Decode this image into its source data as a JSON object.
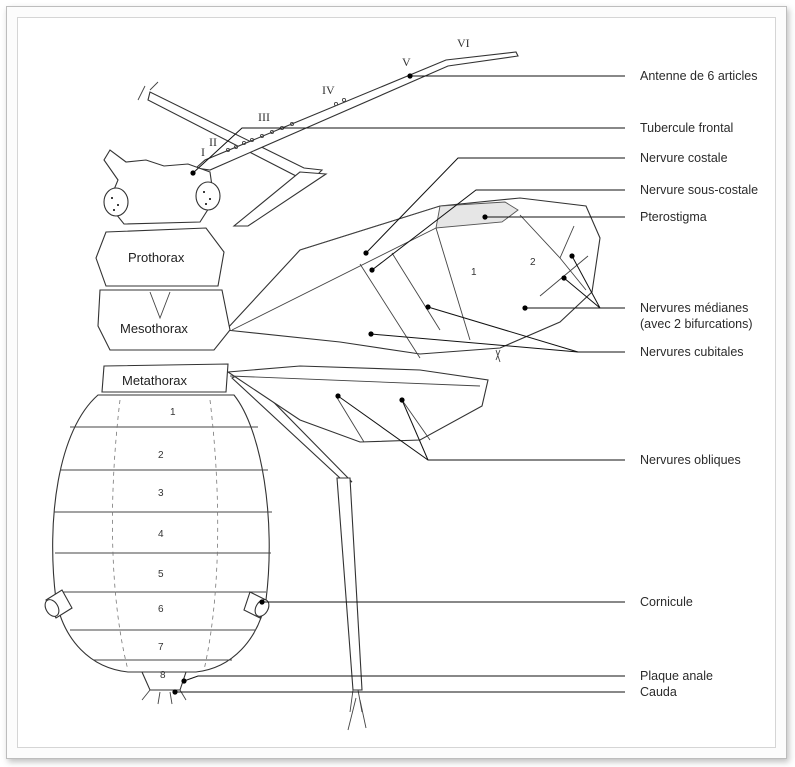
{
  "antenna_segments": [
    "I",
    "II",
    "III",
    "IV",
    "V",
    "VI"
  ],
  "body_parts": {
    "prothorax": "Prothorax",
    "mesothorax": "Mesothorax",
    "metathorax": "Metathorax"
  },
  "abdomen_segments": [
    "1",
    "2",
    "3",
    "4",
    "5",
    "6",
    "7",
    "8"
  ],
  "wing_vein_numbers": [
    "1",
    "2"
  ],
  "labels": {
    "antenne": "Antenne de 6 articles",
    "tubercule": "Tubercule frontal",
    "nervure_costale": "Nervure costale",
    "nervure_sous_costale": "Nervure sous-costale",
    "pterostigma": "Pterostigma",
    "nervures_medianes_1": "Nervures médianes",
    "nervures_medianes_2": "(avec 2 bifurcations)",
    "nervures_cubitales": "Nervures cubitales",
    "nervures_obliques": "Nervures obliques",
    "cornicule": "Cornicule",
    "plaque_anale": "Plaque anale",
    "cauda": "Cauda"
  }
}
